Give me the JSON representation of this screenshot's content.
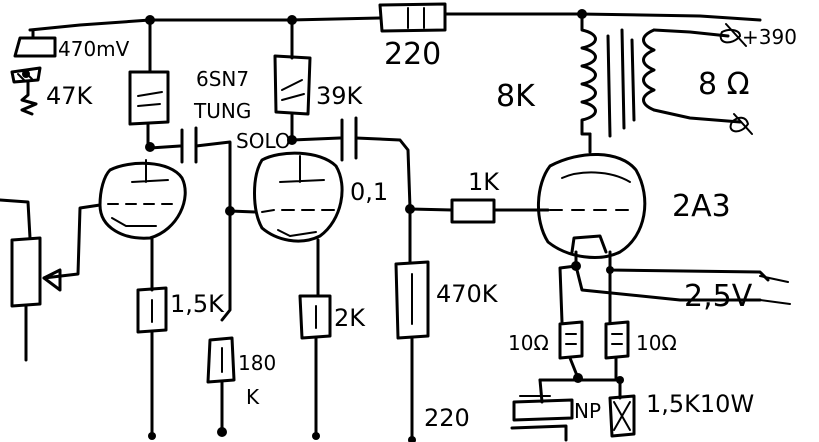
{
  "labels": {
    "cap_470mv": "470mV",
    "res_47k": "47K",
    "tube1": "6SN7",
    "tube1_sub": "TUNG",
    "tube1_sub2": "SOLO",
    "res_39k": "39K",
    "res_220_top": "220",
    "trans_8k": "8K",
    "b_plus": "+390",
    "spk_8ohm": "8 Ω",
    "cap_01": "0,1",
    "res_1k": "1K",
    "tube2": "2A3",
    "res_1_5k": "1,5K",
    "res_2k": "2K",
    "res_470k": "470K",
    "heater_2_5v": "2,5V",
    "res_180k": "180",
    "res_180k_k": "K",
    "res_10ohm_a": "10Ω",
    "res_10ohm_b": "10Ω",
    "cap_220": "220",
    "res_np": "NP",
    "res_1_5k10w": "1,5K10W"
  }
}
